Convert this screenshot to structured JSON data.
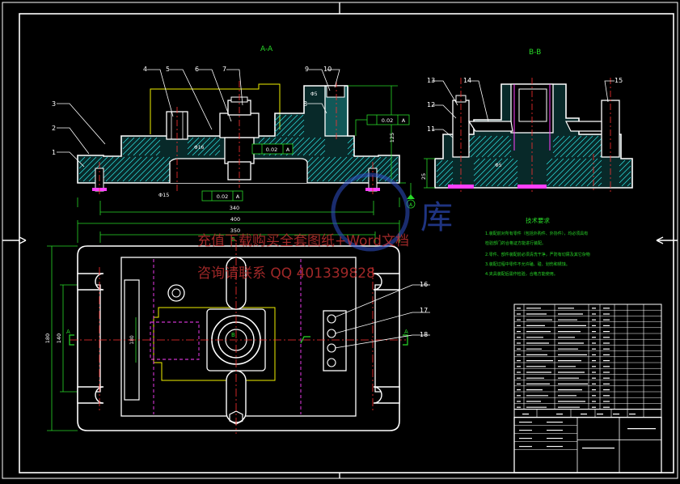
{
  "views": {
    "section_a": "A-A",
    "section_b": "B-B"
  },
  "part_labels": [
    "1",
    "2",
    "3",
    "4",
    "5",
    "6",
    "7",
    "8",
    "9",
    "10",
    "11",
    "12",
    "13",
    "14",
    "15",
    "16",
    "17",
    "18"
  ],
  "dimensions": {
    "flatness_a": "0.02",
    "datum_a": "A",
    "perp_a": "0.02",
    "parallel_a": "0.02",
    "width_400": "400",
    "width_350": "350",
    "width_340": "340",
    "height_125": "125",
    "height_25": "25",
    "height_180": "180",
    "height_140": "140",
    "height_180b": "180",
    "phi15": "Φ15",
    "phi16": "Φ16",
    "phi5": "Φ5",
    "phi5b": "Φ5"
  },
  "section_marks": {
    "a_left": "A",
    "a_right": "A",
    "b_top": "B",
    "b_center": "B"
  },
  "notes": {
    "title": "技术要求",
    "line1": "1.装配前对所有零件（包括外购件、外协件），均必须具有",
    "line2": "检验部门的合格证方能进行装配。",
    "line3": "2.零件、部件装配前必须清洗干净，严防有切屑及其它杂物",
    "line4": "3.装配过程中零件不允许磕、碰、划伤和锈蚀。",
    "line5": "4.夹具装配后需作检验，合格方能使用。"
  },
  "watermark": {
    "line1": "充值下载购买全套图纸+Word文档",
    "line2": "咨询请联系 QQ 401339828",
    "logo": "库"
  },
  "colors": {
    "background": "#000000",
    "outline": "#ffffff",
    "hatch": "#2ee6e6",
    "centerline": "#ff3030",
    "hidden": "#ff40ff",
    "label": "#ffffff",
    "dimension": "#28d828",
    "yellow": "#f0f000",
    "watermark_red": "#c83232",
    "watermark_blue": "#3050c8"
  }
}
